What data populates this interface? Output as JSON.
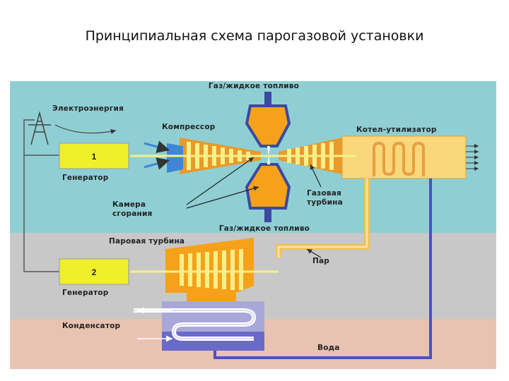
{
  "slide": {
    "title": "Принципиальная схема парогазовой установки"
  },
  "diagram": {
    "colors": {
      "band_top": "#8fcfd4",
      "band_mid": "#c8c8c8",
      "band_bottom": "#e8c3b2",
      "fuel_chamber": "#f5a21a",
      "boiler": "#f9d77a",
      "generator": "#f0f02a",
      "water_pipe": "#4a52c0"
    },
    "labels": {
      "fuel_top": "Газ/жидкое топливо",
      "electricity": "Электроэнергия",
      "compressor": "Компрессор",
      "boiler": "Котел-утилизатор",
      "generator1_number": "1",
      "generator1": "Генератор",
      "gas_turbine_1": "Газовая",
      "gas_turbine_2": "турбина",
      "combustion_1": "Камера",
      "combustion_2": "сгорания",
      "fuel_bottom": "Газ/жидкое топливо",
      "steam_turbine": "Паровая турбина",
      "steam": "Пар",
      "generator2_number": "2",
      "generator2": "Генератор",
      "condenser": "Конденсатор",
      "water": "Вода"
    }
  }
}
